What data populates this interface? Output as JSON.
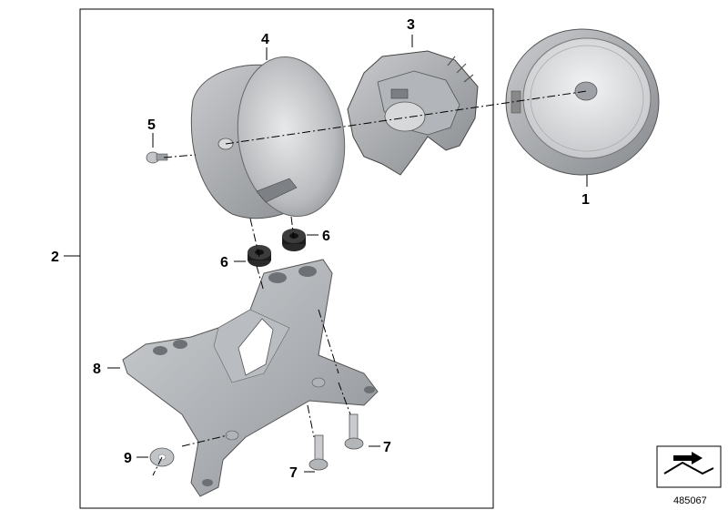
{
  "callouts": [
    {
      "id": "c1",
      "number": "1"
    },
    {
      "id": "c2",
      "number": "2"
    },
    {
      "id": "c3",
      "number": "3"
    },
    {
      "id": "c4",
      "number": "4"
    },
    {
      "id": "c5",
      "number": "5"
    },
    {
      "id": "c6a",
      "number": "6"
    },
    {
      "id": "c6b",
      "number": "6"
    },
    {
      "id": "c7a",
      "number": "7"
    },
    {
      "id": "c7b",
      "number": "7"
    },
    {
      "id": "c8",
      "number": "8"
    },
    {
      "id": "c9",
      "number": "9"
    }
  ],
  "reference_number": "485067",
  "icon_name": "parts-catalog-icon"
}
